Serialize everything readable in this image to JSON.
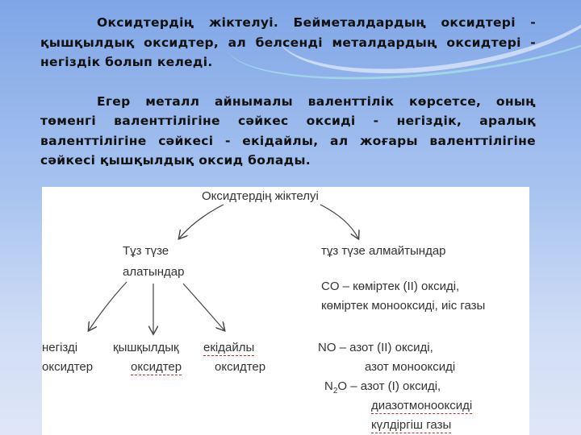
{
  "intro_paragraph": "Оксидтердің жіктелуі. Бейметалдардың оксидтері - қышқылдық оксидтер, ал белсенді металдардың оксидтері - негіздік болып келеді.",
  "second_paragraph": "Егер металл айнымалы валенттілік көрсетсе, оның төменгі валенттілігіне сәйкес оксиді - негіздік, аралық валенттілігіне сәйкесі - екідайлы, ал жоғары валенттілігіне сәйкесі қышқылдық оксид болады.",
  "diagram": {
    "root": "Оксидтердің жіктелуі",
    "left_branch": {
      "line1": "Тұз түзе",
      "line2": "алатындар",
      "children": [
        {
          "line1": "негізді",
          "line2": "оксидтер"
        },
        {
          "line1": "қышқылдық",
          "line2": "оксидтер"
        },
        {
          "line1": "екідайлы",
          "line2": "оксидтер"
        }
      ]
    },
    "right_branch": {
      "title": "тұз түзе алмайтындар",
      "examples": [
        {
          "line1": "CO – көміртек (II) оксиді,",
          "line2": "көміртек монооксиді, иіс газы"
        },
        {
          "line1": "NO – азот (II) оксиді,",
          "line2": "азот монооксиді"
        },
        {
          "formula_main": "N",
          "formula_sub": "2",
          "formula_rest": "O – азот (I) оксиді,",
          "line2": "диазотмонооксиді",
          "line3": "күлдіргіш газы"
        }
      ]
    }
  }
}
